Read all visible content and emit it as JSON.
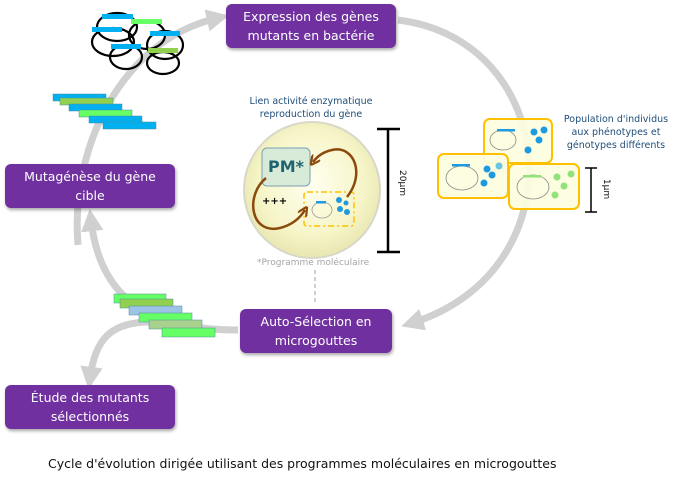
{
  "boxes": {
    "expression": "Expression des gènes\nmutants en bactérie",
    "mutagenese": "Mutagénèse du gène\ncible",
    "auto_selection": "Auto-Sélection en\nmicrogouttes",
    "etude": "Étude des mutants\nsélectionnés"
  },
  "center": {
    "title": "Lien activité enzymatique\nreproduction du gène",
    "pm_label": "PM*",
    "plus_label": "+++",
    "footnote": "*Programme moléculaire",
    "scale_label": "20µm"
  },
  "population": {
    "title": "Population d'individus\naux phénotypes et\ngénotypes différents",
    "scale_label": "1µm"
  },
  "caption": "Cycle d'évolution dirigée utilisant des programmes moléculaires en microgouttes",
  "colors": {
    "box_purple": "#7030a0",
    "arrow_gray": "#d0d0d0",
    "gene_blue": "#00b0f0",
    "gene_green": "#66ff66",
    "gene_olive": "#92d050",
    "gene_lightblue": "#9dc3e6",
    "gene_sage": "#a9d18e",
    "droplet_yellow": "#fdfde0",
    "droplet_border": "#ffc000",
    "dot_blue": "#1e9ae0",
    "dot_green": "#92e27a",
    "loop_brown": "#8b4a0c",
    "text_blue": "#1f4e79"
  }
}
